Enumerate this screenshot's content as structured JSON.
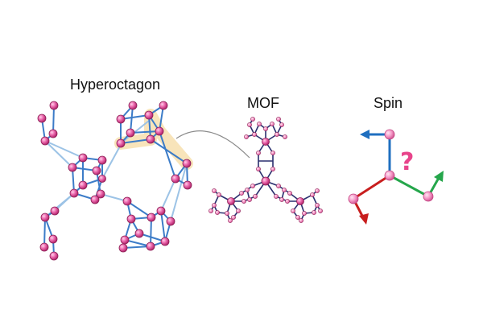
{
  "titles": {
    "hyperoctagon": "Hyperoctagon",
    "mof": "MOF",
    "spin": "Spin"
  },
  "spin_question_mark": "?",
  "colors": {
    "atom": "#e65aa3",
    "bond": "#3c7cc8",
    "bond_light": "#9cc3e6",
    "highlight": "#f7dfae",
    "mof_bond": "#2a2f6e",
    "connector": "#8a8a8a",
    "spin_up": "#1f6fc0",
    "spin_left": "#c81e1e",
    "spin_right": "#25a64b",
    "question": "#e8448b"
  },
  "icons": [
    "hyperoctagon-lattice-icon",
    "mof-structure-icon",
    "spin-vector-icon"
  ]
}
